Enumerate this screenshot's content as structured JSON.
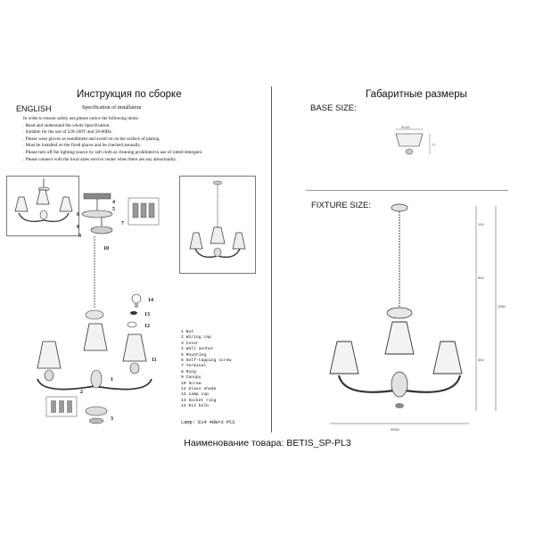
{
  "left_title": "Инструкция по сборке",
  "language": "ENGLISH",
  "spec_label": "Specification of installation",
  "instructions": [
    "In order to ensure safety use,please notice the following items:",
    ". Read and understand the whole Specification.",
    ". Suitable for the use of 220-240V and 50-60Hz.",
    ". Please wear gloves as installment and avoid rot on the surface of plating.",
    ". Must be installed on the fixed places and be checked annually.",
    ". Please turn off the lighting source by soft cloth as cleaning prohibited to use of rotted detergent.",
    ". Please connect with the local sales service center when there are any abnormality."
  ],
  "right_title": "Габаритные размеры",
  "base_size_label": "BASE SIZE:",
  "fixture_size_label": "FIXTURE SIZE:",
  "parts": [
    "1 Nut",
    "2 Wiring cap",
    "3 Cover",
    "4 Wall anchor",
    "5 Mounting",
    "6 Self-tapping screw",
    "7 Terminal",
    "8 Ring",
    "9 Canopy",
    "10 Screw",
    "11 Glass shade",
    "12 Lamp cup",
    "13 Socket ring",
    "14 E14 bulb"
  ],
  "lamp_spec": "Lamp: E14 40W×3 PCS",
  "product_name": "Наименование товара: BETIS_SP-PL3",
  "callouts": {
    "n1": "1",
    "n2": "2",
    "n3": "3",
    "n4": "4",
    "n5": "5",
    "n6": "6",
    "n7": "7",
    "n8": "8",
    "n9": "9",
    "n10": "10",
    "n11": "11",
    "n12": "12",
    "n13": "13",
    "n14": "14"
  },
  "dimensions": {
    "base_diameter": "Φ115",
    "base_height": "77",
    "chain_top": "100",
    "chain_len": "800",
    "body_height": "500",
    "total_height": "1550",
    "width": "Φ480"
  }
}
